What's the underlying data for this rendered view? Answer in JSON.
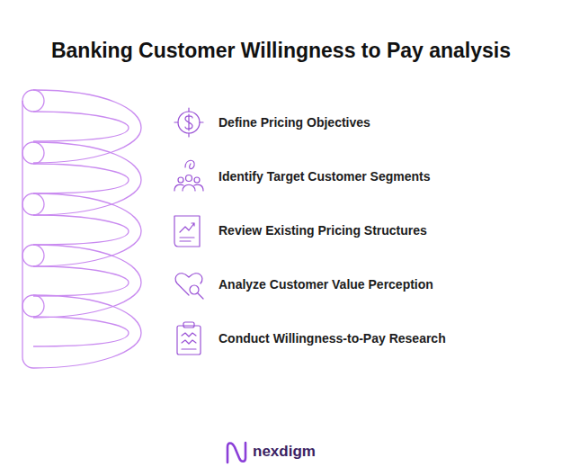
{
  "diagram": {
    "title": "Banking Customer Willingness to Pay analysis",
    "labels": [
      "Define Pricing Objectives",
      "Identify Target Customer Segments",
      "Review Existing Pricing Structures",
      "Analyze Customer Value Perception",
      "Conduct Willingness-to-Pay Research",
      "nexdigm"
    ]
  }
}
